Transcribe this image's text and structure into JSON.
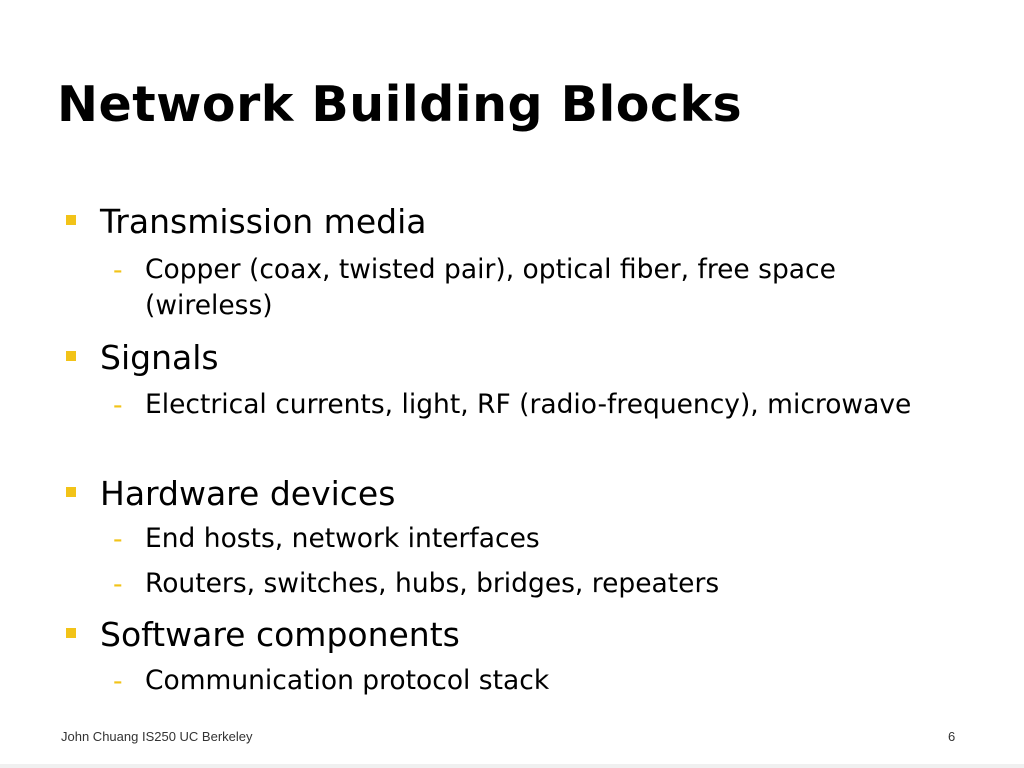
{
  "slide": {
    "title": "Network Building Blocks",
    "bullets": [
      {
        "text": "Transmission media",
        "subs": [
          "Copper (coax, twisted pair), optical fiber, free space (wireless)"
        ]
      },
      {
        "text": "Signals",
        "subs": [
          "Electrical currents, light, RF (radio-frequency), microwave"
        ]
      },
      {
        "text": "Hardware devices",
        "subs": [
          "End hosts, network interfaces",
          "Routers, switches, hubs, bridges, repeaters"
        ]
      },
      {
        "text": "Software components",
        "subs": [
          "Communication protocol stack"
        ]
      }
    ],
    "footer_left": "John Chuang IS250 UC Berkeley",
    "page_number": "6"
  },
  "colors": {
    "accent": "#f2c318",
    "text": "#000000"
  },
  "icons": {
    "bullet": "square-bullet-icon",
    "sub_bullet": "dash-bullet-icon",
    "dash_glyph": "-"
  }
}
